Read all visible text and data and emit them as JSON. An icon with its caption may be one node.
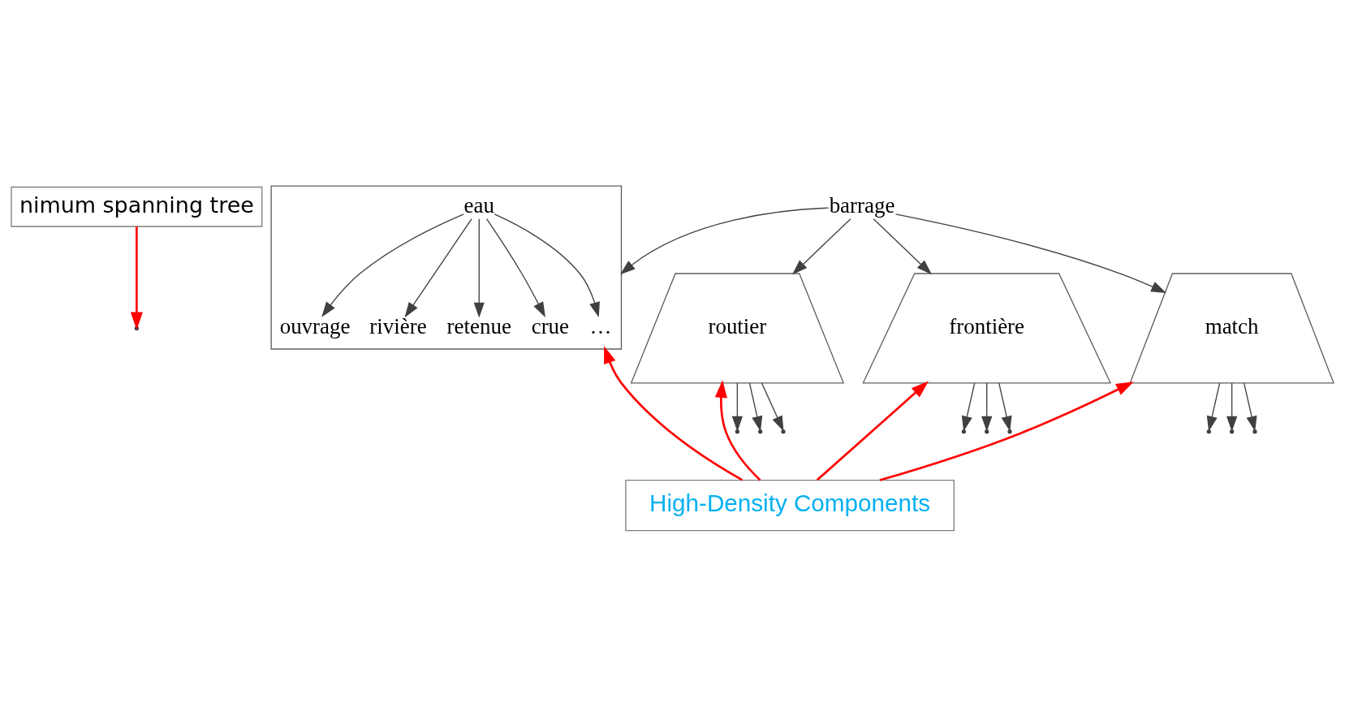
{
  "diagram": {
    "nodes": [
      {
        "text": [
          "nimum spanning tree"
        ]
      },
      {
        "text": [
          "barrage"
        ]
      },
      {
        "text": [],
        "shape": "box"
      },
      {
        "text": [
          "eau"
        ],
        "in": 2
      },
      {
        "text": [
          "ouvrage"
        ],
        "in": 2
      },
      {
        "text": [
          "rivière"
        ],
        "in": 2
      },
      {
        "text": [
          "retenue"
        ],
        "in": 2
      },
      {
        "text": [
          "crue"
        ],
        "in": 2
      },
      {
        "text": [
          "…"
        ],
        "in": 2
      },
      {
        "text": [
          "routier"
        ]
      },
      {
        "text": [
          "frontière"
        ]
      },
      {
        "text": [
          "match"
        ]
      },
      {
        "text": [
          "High-Density Components"
        ]
      }
    ],
    "edges": [
      {
        "from": 0,
        "to": null,
        "arrow": "to",
        "color": "#ff0000"
      },
      {
        "from": 1,
        "to": 2,
        "arrow": "to"
      },
      {
        "from": 1,
        "to": 9,
        "arrow": "to"
      },
      {
        "from": 1,
        "to": 10,
        "arrow": "to"
      },
      {
        "from": 1,
        "to": 11,
        "arrow": "to"
      },
      {
        "from": 3,
        "to": 4,
        "arrow": "to"
      },
      {
        "from": 3,
        "to": 5,
        "arrow": "to"
      },
      {
        "from": 3,
        "to": 6,
        "arrow": "to"
      },
      {
        "from": 3,
        "to": 7,
        "arrow": "to"
      },
      {
        "from": 3,
        "to": 8,
        "arrow": "to"
      },
      {
        "from": 9,
        "to": null,
        "arrow": "to"
      },
      {
        "from": 9,
        "to": null,
        "arrow": "to"
      },
      {
        "from": 9,
        "to": null,
        "arrow": "to"
      },
      {
        "from": 10,
        "to": null,
        "arrow": "to"
      },
      {
        "from": 10,
        "to": null,
        "arrow": "to"
      },
      {
        "from": 10,
        "to": null,
        "arrow": "to"
      },
      {
        "from": 11,
        "to": null,
        "arrow": "to"
      },
      {
        "from": 11,
        "to": null,
        "arrow": "to"
      },
      {
        "from": 11,
        "to": null,
        "arrow": "to"
      },
      {
        "from": 12,
        "to": 2,
        "arrow": "to",
        "color": "#ff0000"
      },
      {
        "from": 12,
        "to": 9,
        "arrow": "to",
        "color": "#ff0000"
      },
      {
        "from": 12,
        "to": 10,
        "arrow": "to",
        "color": "#ff0000"
      },
      {
        "from": 12,
        "to": 11,
        "arrow": "to",
        "color": "#ff0000"
      }
    ]
  }
}
